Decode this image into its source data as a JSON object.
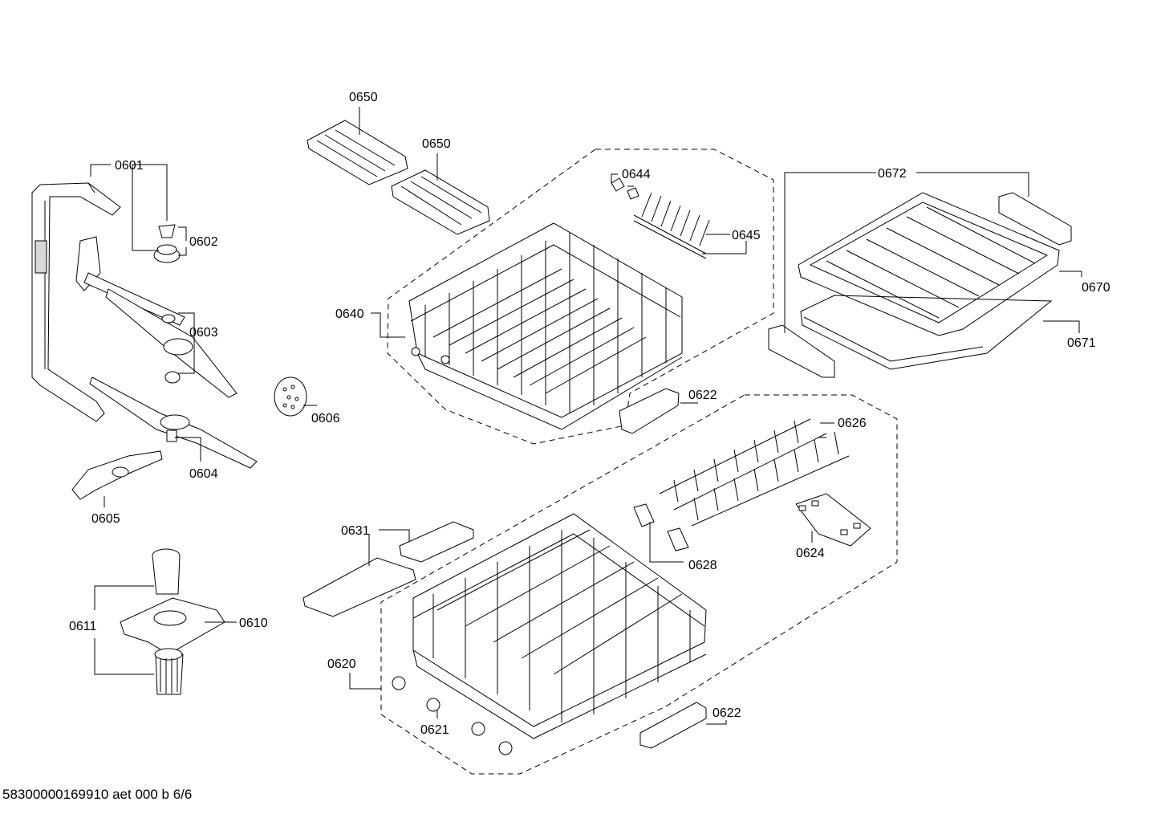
{
  "document_number": "58300000169910 aet 000 b 6/6",
  "callouts": {
    "c0601": "0601",
    "c0602": "0602",
    "c0603": "0603",
    "c0604": "0604",
    "c0605": "0605",
    "c0606": "0606",
    "c0610": "0610",
    "c0611": "0611",
    "c0620": "0620",
    "c0621": "0621",
    "c0622a": "0622",
    "c0622b": "0622",
    "c0624": "0624",
    "c0626": "0626",
    "c0628": "0628",
    "c0631": "0631",
    "c0640": "0640",
    "c0644": "0644",
    "c0645": "0645",
    "c0650a": "0650",
    "c0650b": "0650",
    "c0670": "0670",
    "c0671": "0671",
    "c0672": "0672"
  }
}
